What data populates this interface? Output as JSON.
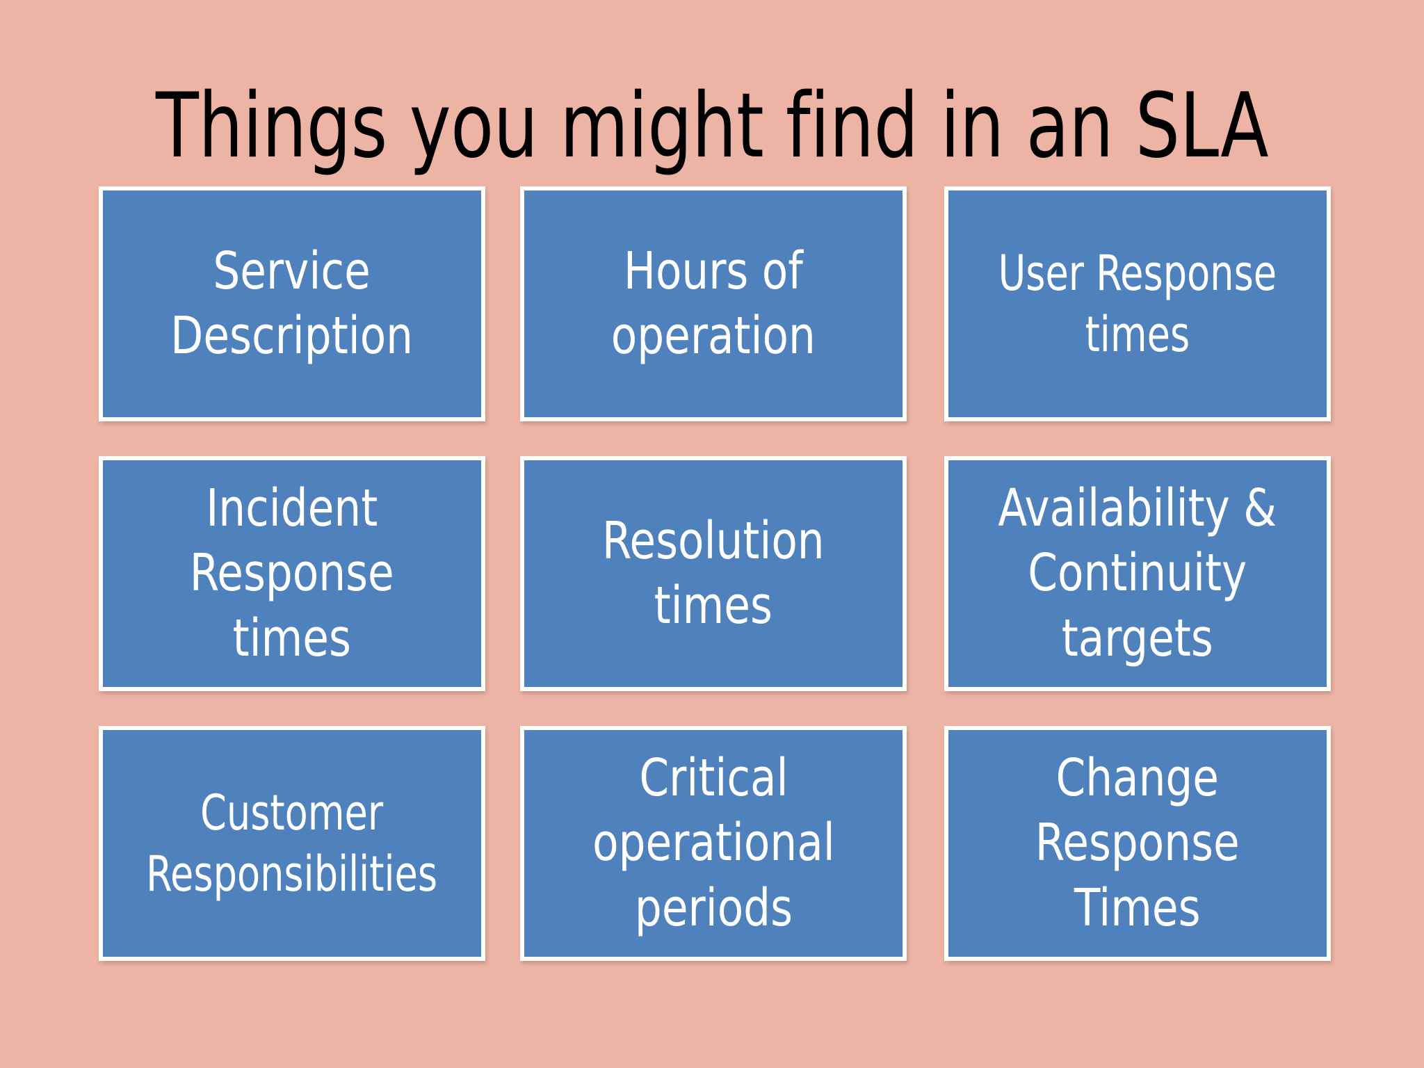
{
  "slide": {
    "title": "Things you might find in an SLA",
    "background_color": "#EDB4A6",
    "box_fill_color": "#4F81BD",
    "box_border_color": "#FFFFFF",
    "title_color": "#000000",
    "box_text_color": "#FFFFFF"
  },
  "grid": {
    "rows": 3,
    "columns": 3,
    "cells": [
      {
        "label": "Service\nDescription"
      },
      {
        "label": "Hours of\noperation"
      },
      {
        "label": "User Response\ntimes"
      },
      {
        "label": "Incident\nResponse\ntimes"
      },
      {
        "label": "Resolution\ntimes"
      },
      {
        "label": "Availability &\nContinuity\ntargets"
      },
      {
        "label": "Customer\nResponsibilities"
      },
      {
        "label": "Critical\noperational\nperiods"
      },
      {
        "label": "Change\nResponse\nTimes"
      }
    ]
  }
}
